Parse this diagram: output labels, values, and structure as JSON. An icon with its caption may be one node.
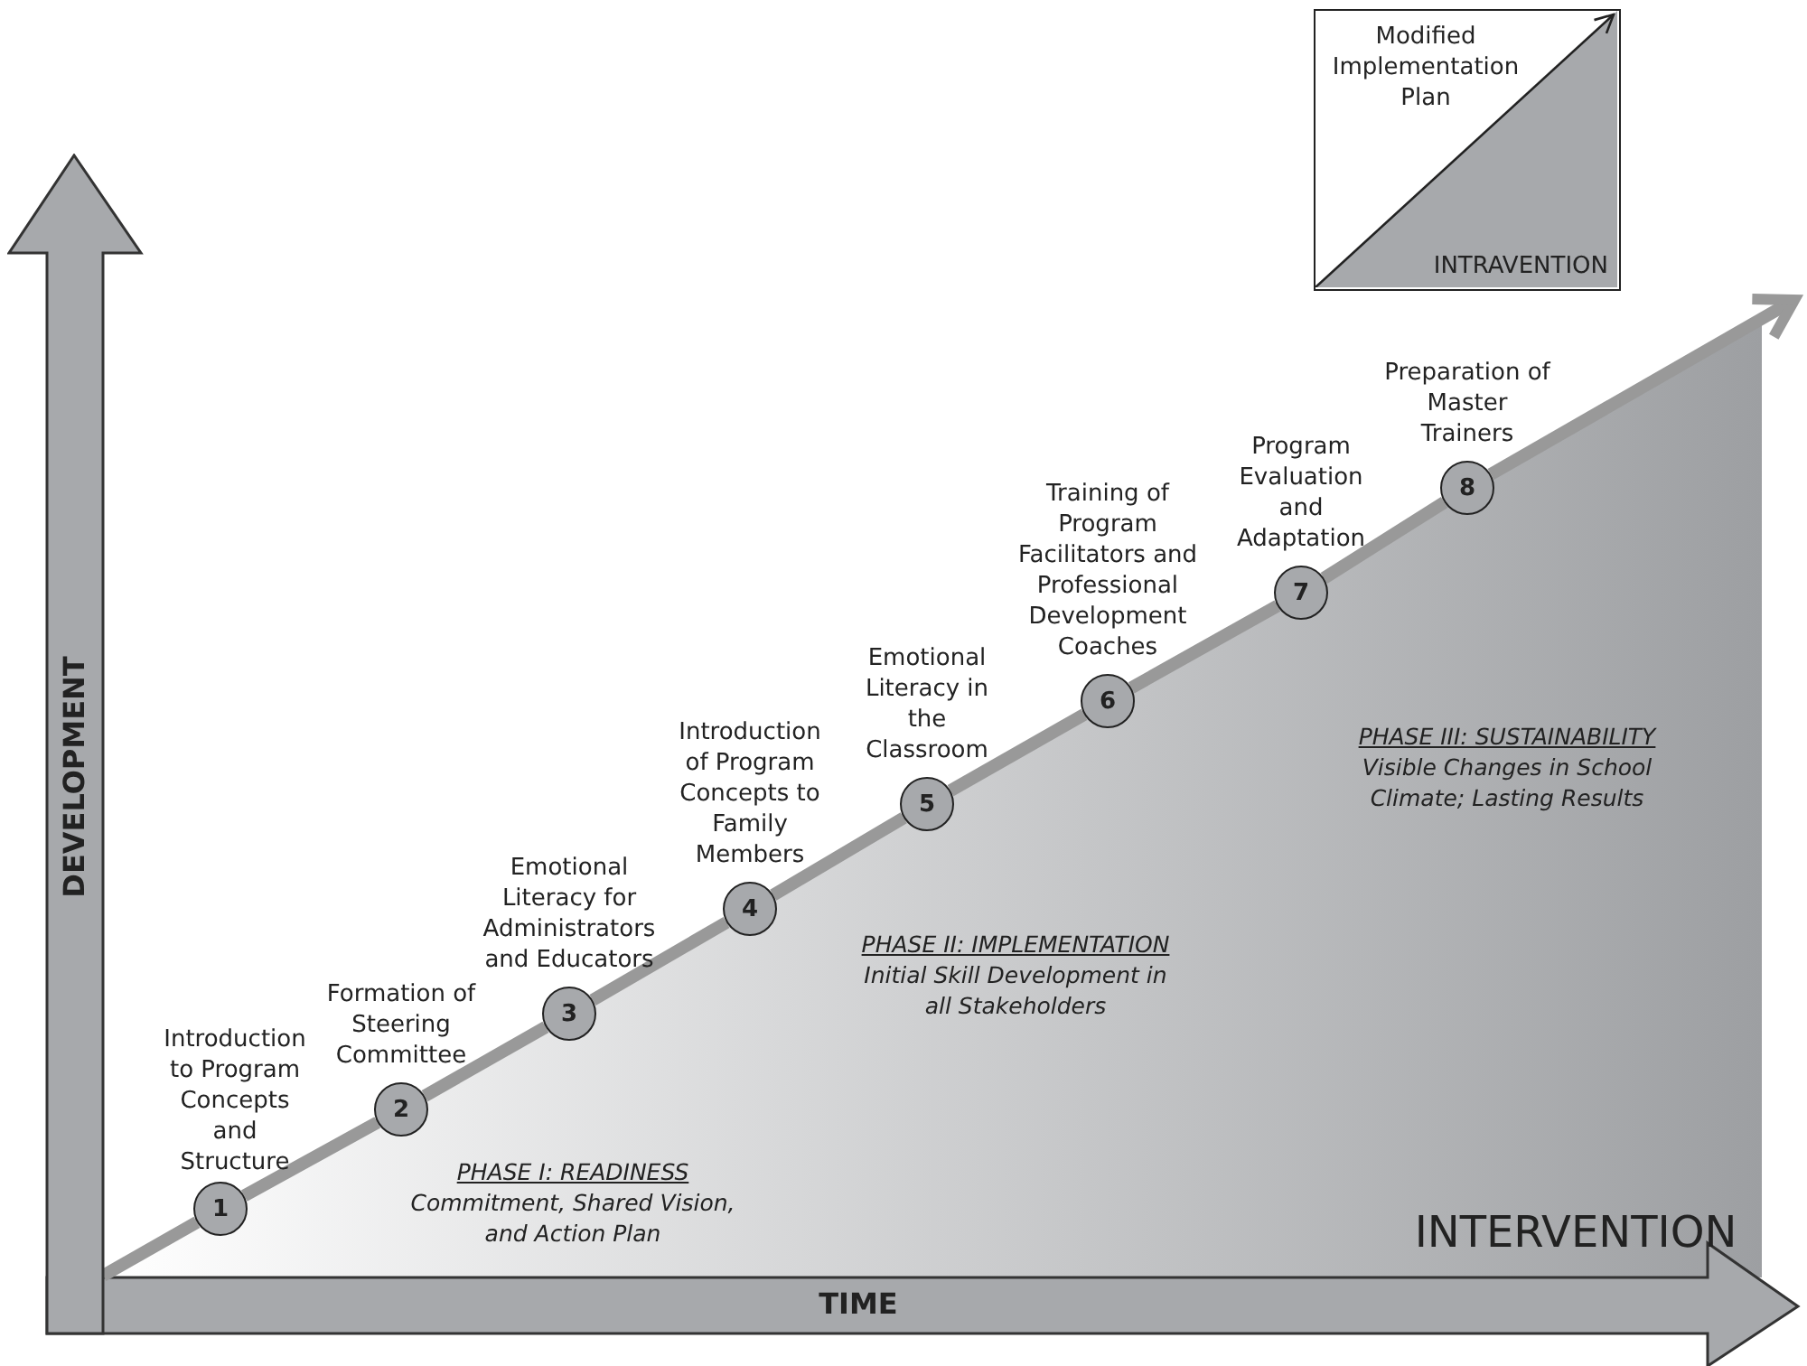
{
  "diagram": {
    "nodes": [
      {
        "text": [
          "1"
        ],
        "beside": [
          "Introduction to Program Concepts and Structure"
        ]
      },
      {
        "text": [
          "2"
        ],
        "beside": [
          "Formation of Steering Committee"
        ]
      },
      {
        "text": [
          "3"
        ],
        "beside": [
          "Emotional Literacy for Administrators and Educators"
        ]
      },
      {
        "text": [
          "4"
        ],
        "beside": [
          "Introduction of Program Concepts to Family Members"
        ]
      },
      {
        "text": [
          "5"
        ],
        "beside": [
          "Emotional Literacy in the Classroom"
        ]
      },
      {
        "text": [
          "6"
        ],
        "beside": [
          "Training of Program Facilitators and Professional Development Coaches"
        ]
      },
      {
        "text": [
          "7"
        ],
        "beside": [
          "Program Evaluation and Adaptation"
        ]
      },
      {
        "text": [
          "8"
        ],
        "beside": [
          "Preparation of Master Trainers"
        ]
      },
      {
        "text": [
          "Modified Implementation Plan",
          "INTRAVENTION"
        ]
      },
      {
        "text": [
          "DEVELOPMENT"
        ]
      }
    ],
    "edges": [
      {
        "from": 9,
        "to": 0,
        "arrow": "none"
      },
      {
        "from": 0,
        "to": 1,
        "arrow": "none"
      },
      {
        "from": 1,
        "to": 2,
        "arrow": "none"
      },
      {
        "from": 2,
        "to": 3,
        "arrow": "none"
      },
      {
        "from": 3,
        "to": 4,
        "arrow": "none"
      },
      {
        "from": 4,
        "to": 5,
        "arrow": "none"
      },
      {
        "from": 5,
        "to": 6,
        "arrow": "none"
      },
      {
        "from": 6,
        "to": 7,
        "arrow": "none"
      },
      {
        "from": 7,
        "to": null,
        "arrow": "to"
      }
    ],
    "labels": [
      "PHASE I: READINESS",
      "Commitment, Shared Vision, and Action Plan",
      "PHASE II: IMPLEMENTATION",
      "Initial Skill Development in all Stakeholders",
      "PHASE III: SUSTAINABILITY",
      "Visible Changes in School Climate; Lasting Results",
      "INTERVENTION",
      "TIME"
    ]
  }
}
